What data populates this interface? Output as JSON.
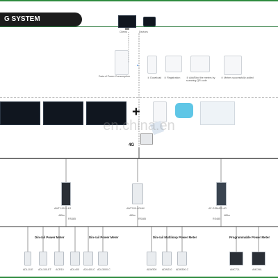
{
  "header": {
    "title": "G SYSTEM"
  },
  "clients": {
    "client_label": "Clients",
    "device_label": "Devices"
  },
  "app_steps": [
    {
      "id": "step1",
      "label": "① Download"
    },
    {
      "id": "step2",
      "label": "② Registration"
    },
    {
      "id": "step3",
      "label": "③ Add/Bind the meters by scanning QR code"
    },
    {
      "id": "step4",
      "label": "④ Meters successfully added"
    }
  ],
  "consumption": {
    "label": "Data of Power Consumption"
  },
  "watermark": "en.china.en",
  "network": {
    "label": "4G"
  },
  "gateways": [
    {
      "model": "AWT-10111-4G",
      "proto_left": "485m",
      "proto_right": "RS485"
    },
    {
      "model": "AWT100-4GHW",
      "proto_left": "485m",
      "proto_right": "RS485"
    },
    {
      "model": "AF-GSM400-4G",
      "proto_left": "RS485",
      "proto_right": "485m"
    }
  ],
  "meter_groups": [
    {
      "label": "Din-rail Power Meter"
    },
    {
      "label": "Din-rail Power Meter"
    },
    {
      "label": "Din-rail Multiloop Power Meter"
    },
    {
      "label": "Programmable Power Meter"
    }
  ],
  "meters": [
    {
      "model": "ADL10-E"
    },
    {
      "model": "ADL100-ET"
    },
    {
      "model": "ACR10"
    },
    {
      "model": "ADL400"
    },
    {
      "model": "ADL400-C"
    },
    {
      "model": "ADL3000-C"
    },
    {
      "model": "ADW300"
    },
    {
      "model": "ADW210"
    },
    {
      "model": "ADW300-C"
    },
    {
      "model": "AMC72L"
    },
    {
      "model": "AMC96L"
    }
  ]
}
